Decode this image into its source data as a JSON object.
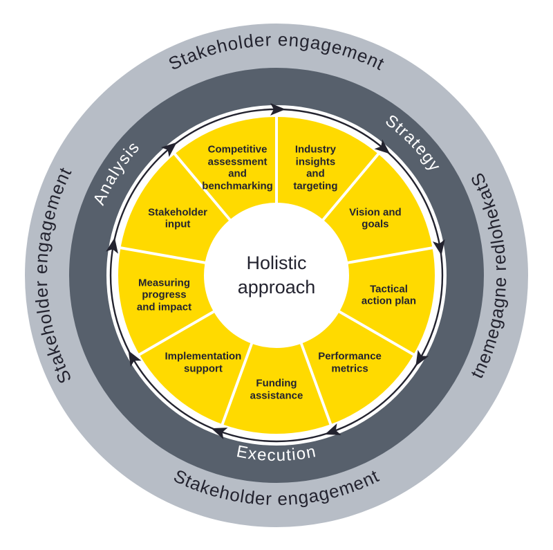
{
  "diagram": {
    "center_label": "Holistic approach",
    "outer_ring": {
      "label": "Stakeholder engagement",
      "instances": [
        "top",
        "right",
        "bottom",
        "left"
      ]
    },
    "phases": [
      {
        "id": "analysis",
        "label": "Analysis"
      },
      {
        "id": "strategy",
        "label": "Strategy"
      },
      {
        "id": "execution",
        "label": "Execution"
      }
    ],
    "segments": [
      {
        "label": "Industry insights and targeting",
        "w": 80
      },
      {
        "label": "Vision and goals",
        "w": 88
      },
      {
        "label": "Tactical action plan",
        "w": 96
      },
      {
        "label": "Performance metrics",
        "w": 100
      },
      {
        "label": "Funding assistance",
        "w": 88
      },
      {
        "label": "Implementation support",
        "w": 120
      },
      {
        "label": "Measuring progress and impact",
        "w": 90
      },
      {
        "label": "Stakeholder input",
        "w": 96
      },
      {
        "label": "Competitive assessment and benchmarking",
        "w": 104
      }
    ],
    "flow": {
      "direction": "clockwise",
      "arrow_count": 9
    }
  },
  "colors": {
    "segment_yellow": "#FFDA00",
    "phase_ring_gray": "#57606C",
    "outer_ring_gray": "#B7BDC6",
    "ink": "#23232F",
    "white": "#FFFFFF"
  }
}
